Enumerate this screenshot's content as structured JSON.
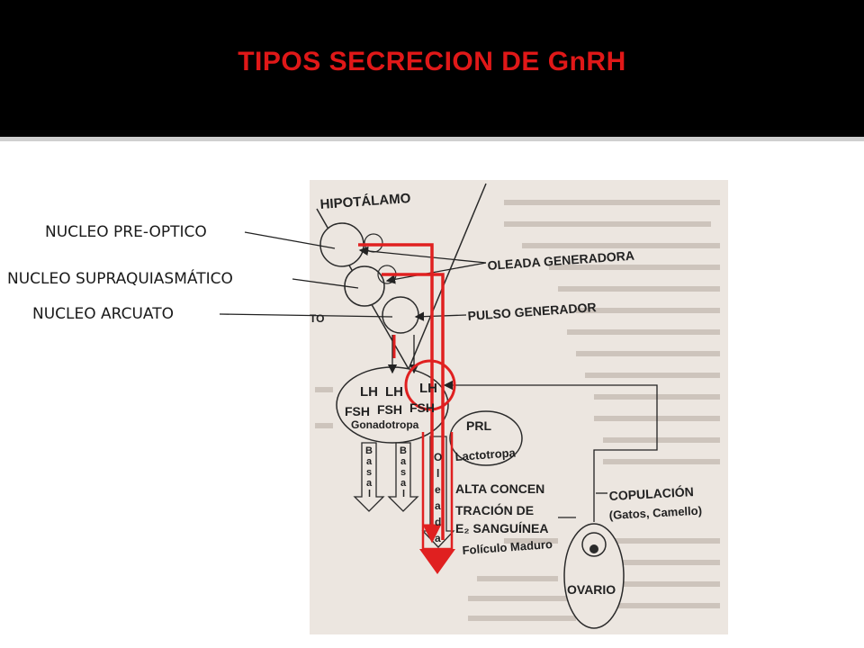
{
  "slide": {
    "title": "TIPOS SECRECION DE GnRH"
  },
  "labels": {
    "pre_optico": "NUCLEO PRE-OPTICO",
    "supraquiasmatico": "NUCLEO SUPRAQUIASMÁTICO",
    "arcuato": "NUCLEO ARCUATO"
  },
  "figure": {
    "hipotalamo": "HIPOTÁLAMO",
    "oleada_generadora": "OLEADA GENERADORA",
    "pulso_generador": "PULSO GENERADOR",
    "to_fragment": "TO",
    "lh1": "LH",
    "lh2": "LH",
    "lh3": "LH",
    "fsh1": "FSH",
    "fsh2": "FSH",
    "fsh3": "FSH",
    "gonadotropa": "Gonadotropa",
    "prl": "PRL",
    "lactotropa": "Lactotropa",
    "basal_letters": [
      "B",
      "a",
      "s",
      "a",
      "l"
    ],
    "oleada_letters": [
      "O",
      "l",
      "e",
      "a",
      "d",
      "a"
    ],
    "alta_concen": "ALTA CONCEN",
    "tracion_de": "TRACIÓN DE",
    "e2_sanguinea": "E₂ SANGUÍNEA",
    "foliculo": "Folículo Maduro",
    "copulacion": "COPULACIÓN",
    "gatos": "(Gatos, Camello)",
    "ovario": "OVARIO"
  },
  "colors": {
    "title": "#e01818",
    "highlight": "#e02020",
    "page_bg": "#000000",
    "content_bg": "#ffffff",
    "rule": "#cfcfcf",
    "scan_paper": "#ece6e0"
  }
}
